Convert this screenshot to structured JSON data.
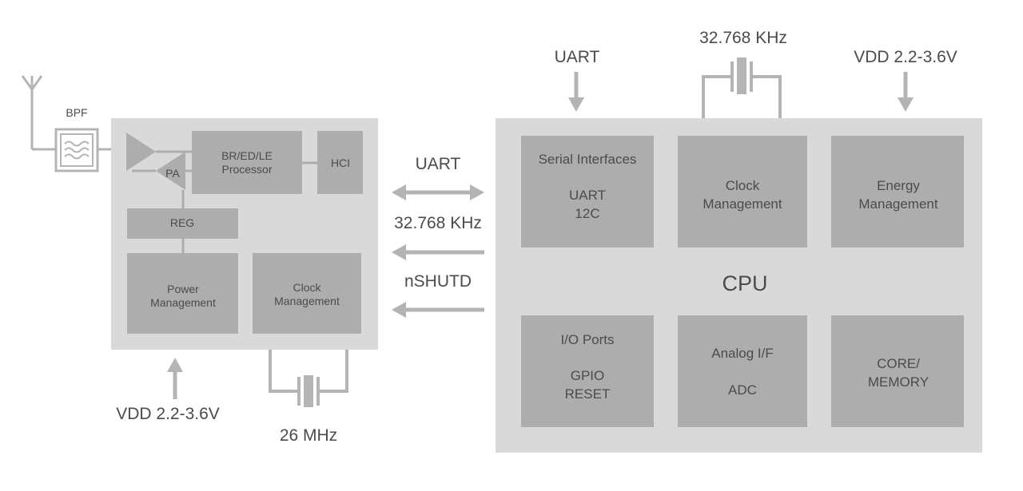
{
  "left_chip": {
    "filter_label": "BPF",
    "processor_label": [
      "BR/ED/LE",
      "Processor"
    ],
    "hci_label": "HCI",
    "pa_label": "PA",
    "reg_label": "REG",
    "power_label": [
      "Power",
      "Management"
    ],
    "clock_label": [
      "Clock",
      "Management"
    ],
    "vdd_label": "VDD 2.2-3.6V",
    "crystal_label": "26 MHz"
  },
  "links": {
    "uart_label": "UART",
    "clock_label": "32.768 KHz",
    "shutdown_label": "nSHUTD"
  },
  "right_chip": {
    "cpu_label": "CPU",
    "uart_input_label": "UART",
    "crystal_label": "32.768 KHz",
    "vdd_label": "VDD 2.2-3.6V",
    "serial_block": {
      "title": "Serial Interfaces",
      "items": [
        "UART",
        "12C"
      ]
    },
    "clock_block": {
      "lines": [
        "Clock",
        "Management"
      ]
    },
    "energy_block": {
      "lines": [
        "Energy",
        "Management"
      ]
    },
    "io_block": {
      "title": "I/O Ports",
      "items": [
        "GPIO",
        "RESET"
      ]
    },
    "analog_block": {
      "title": "Analog I/F",
      "items": [
        "ADC"
      ]
    },
    "core_block": {
      "lines": [
        "CORE/",
        "MEMORY"
      ]
    }
  },
  "colors": {
    "chip_bg": "#d9d9d9",
    "block_bg": "#adadad",
    "wire": "#b4b4b4",
    "text": "#4b4b4b"
  }
}
